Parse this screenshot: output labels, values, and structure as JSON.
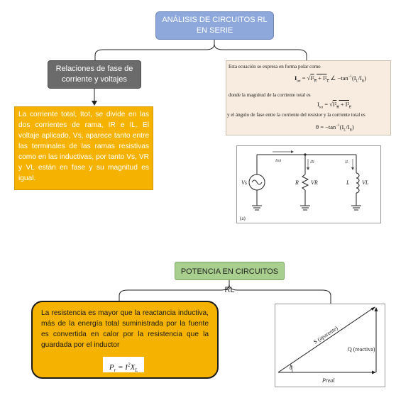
{
  "root": {
    "title": "ANÁLISIS DE CIRCUITOS RL EN SERIE"
  },
  "phase": {
    "title": "Relaciones de fase de corriente y voltajes",
    "description": "La corriente total, Itot, se divide en las dos corrientes de rama, IR e IL. El voltaje aplicado, Vs, aparece tanto entre las terminales de las ramas resistivas como en las inductivas, por tanto Vs, VR y VL están en fase y su magnitud es igual."
  },
  "equations": {
    "line1": "Esta ecuación se expresa en forma polar como",
    "eq1": "I_tot = √(I_R² + I_L²) ∠ −tan⁻¹(I_L / I_R)",
    "eq1_lhs": "I",
    "eq1_lhs_sub": "tot",
    "eq1_rhs": "= √(I²R + I²L) ∠ − tan⁻¹(IL/IR)",
    "line2": "donde la magnitud de la corriente total es",
    "eq2": "Itot = √(I²R + I²L)",
    "line3": "y el ángulo de fase entre la corriente del resistor y la corriente total es",
    "eq3": "θ = −tan⁻¹(IL/IR)"
  },
  "circuit": {
    "source_label": "Vs",
    "itot_label": "Itot",
    "ir_label": "IR",
    "il_label": "IL",
    "r_label": "R",
    "vr_label": "VR",
    "l_label": "L",
    "vl_label": "VL",
    "figure_tag": "(a)"
  },
  "power": {
    "title": "POTENCIA EN CIRCUITOS RL",
    "description": "La resistencia es mayor que la reactancia inductiva, más de la energía total suministrada por la fuente es convertida en calor por la resistencia que la guardada por el inductor",
    "formula": "Pr = I²XL"
  },
  "triangle": {
    "hyp_label": "S (aparente)",
    "q_label": "Q (reactiva)",
    "angle_label": "θ",
    "p_label": "Preal"
  }
}
